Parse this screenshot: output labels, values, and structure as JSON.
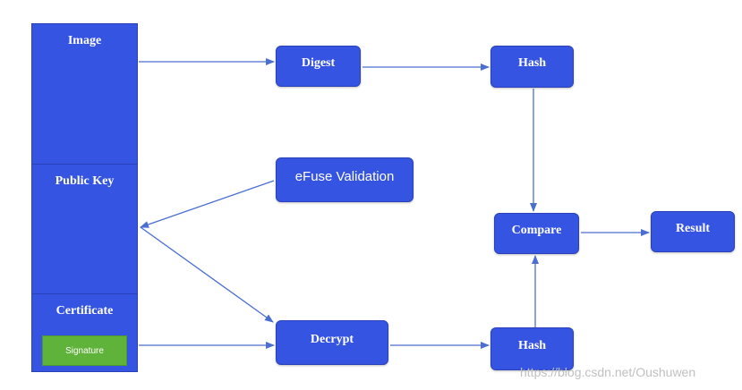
{
  "stack": {
    "image_label": "Image",
    "public_key_label": "Public Key",
    "certificate_label": "Certificate",
    "signature_label": "Signature"
  },
  "nodes": {
    "digest": "Digest",
    "hash_top": "Hash",
    "efuse_validation": "eFuse Validation",
    "compare": "Compare",
    "result": "Result",
    "decrypt": "Decrypt",
    "hash_bottom": "Hash"
  },
  "watermark": "https://blog.csdn.net/Oushuwen",
  "colors": {
    "box_fill": "#3654e2",
    "signature_fill": "#5fb23a",
    "arrow": "#4a6fd1"
  }
}
